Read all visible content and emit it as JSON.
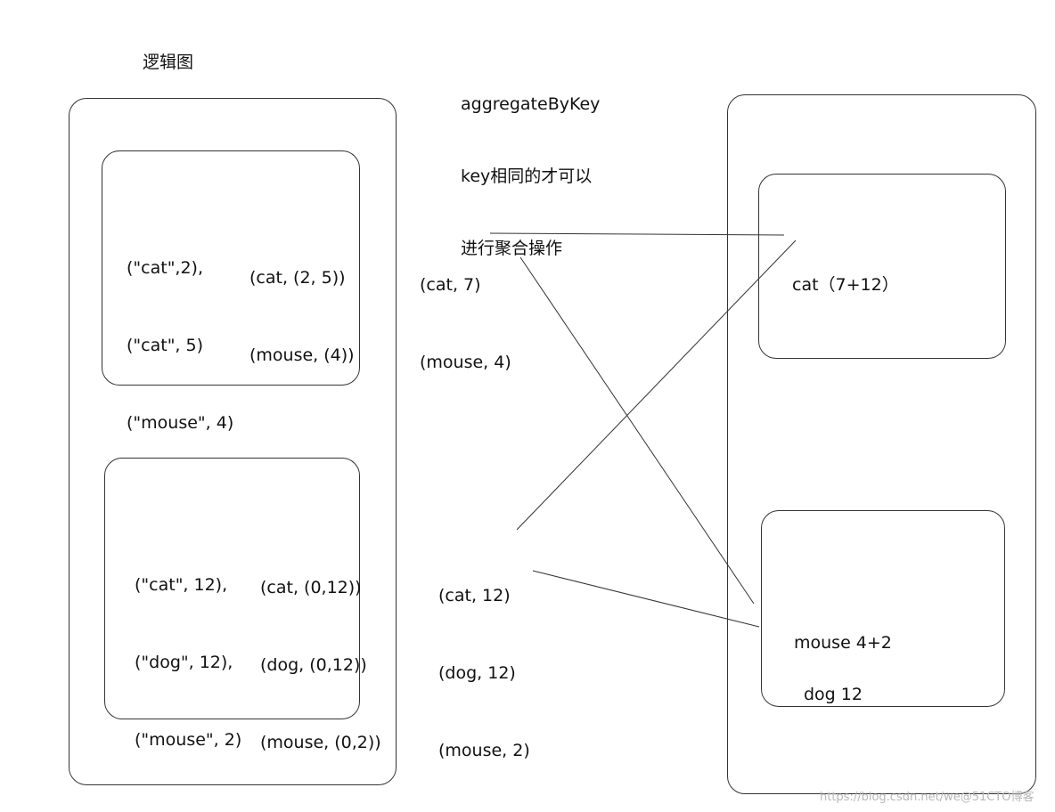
{
  "logical_title": "逻辑图",
  "operation_note": {
    "lines": [
      "aggregateByKey",
      "key相同的才可以",
      "进行聚合操作"
    ]
  },
  "left_partitions": [
    {
      "input_lines": [
        "(\"cat\",2),",
        "(\"cat\", 5)",
        "(\"mouse\", 4)"
      ],
      "grouped_lines": [
        "(cat, (2, 5))",
        "(mouse, (4))"
      ]
    },
    {
      "input_lines": [
        "(\"cat\", 12),",
        "(\"dog\", 12),",
        "(\"mouse\", 2)"
      ],
      "grouped_lines": [
        "(cat, (0,12))",
        "(dog, (0,12))",
        "(mouse, (0,2))"
      ]
    }
  ],
  "partial_results": [
    {
      "lines": [
        "(cat, 7)",
        "(mouse, 4)"
      ]
    },
    {
      "lines": [
        "(cat, 12)",
        "(dog, 12)",
        "(mouse, 2)"
      ]
    }
  ],
  "right_partitions": [
    {
      "lines": [
        "cat（7+12）"
      ]
    },
    {
      "lines": [
        "mouse 4+2",
        "dog 12"
      ]
    }
  ],
  "connections": [
    {
      "from": "(cat, 7)",
      "to": "cat（7+12）"
    },
    {
      "from": "(cat, 12)",
      "to": "cat（7+12）"
    },
    {
      "from": "(mouse, 4)",
      "to": "mouse 4+2"
    },
    {
      "from": "(dog, 12)",
      "to": "dog 12"
    }
  ],
  "watermark": "https://blog.csdn.net/we@51CTO博客",
  "colors": {
    "stroke": "#333333",
    "text": "#111111",
    "watermark": "#b8b8b8"
  }
}
